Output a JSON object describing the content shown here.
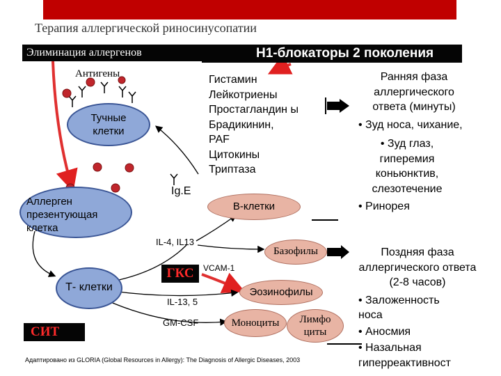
{
  "slide": {
    "title": "Терапия аллергической риносинусопатии",
    "accent_color": "#c00000"
  },
  "headers": {
    "elimination": "Элиминация аллергенов",
    "h1_blockers": "Н1-блокаторы 2 поколения"
  },
  "cells": {
    "antigens": "Антигены",
    "mast_cells": "Тучные клетки",
    "apc": "Аллерген презентующая клетка",
    "t_cells": "Т- клетки",
    "b_cells": "В-клетки",
    "basophils": "Базофилы",
    "eosinophils": "Эозинофилы",
    "monocytes": "Моноциты",
    "lymphocytes": "Лимфо циты",
    "ige": "Ig.E"
  },
  "mediators": [
    "Гистамин",
    "Лейкотриены",
    "Простагландин ы",
    "Брадикинин, PAF",
    "Цитокины",
    "Триптаза"
  ],
  "cytokines": {
    "il4_13": "IL-4, IL13",
    "vcam": "VCAM-1",
    "il13_5": "IL-13, 5",
    "gmcsf": "GM-CSF"
  },
  "therapies": {
    "gks": "ГКС",
    "sit": "СИТ"
  },
  "early_phase": {
    "title": "Ранняя фаза аллергического ответа (минуты)",
    "items": [
      "• Зуд носа, чихание,",
      "• Зуд глаз, гиперемия коньюнктив, слезотечение",
      "• Ринорея"
    ]
  },
  "late_phase": {
    "title": "Поздняя фаза аллергического ответа (2-8 часов)",
    "items": [
      "• Заложенность носа",
      "• Аносмия",
      "• Назальная гиперреактивност"
    ]
  },
  "footnote": "Адаптировано из GLORIA (Global Resources in Allergy): The Diagnosis of Allergic Diseases, 2003"
}
